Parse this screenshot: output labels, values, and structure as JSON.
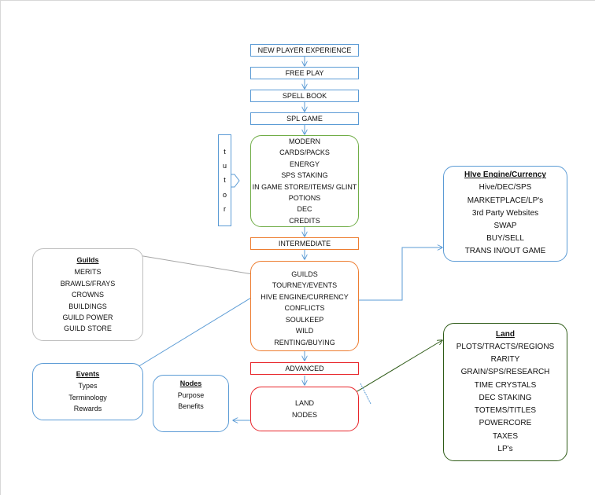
{
  "flow": {
    "new_player_experience": "NEW PLAYER EXPERIENCE",
    "free_play": "FREE PLAY",
    "spell_book": "SPELL BOOK",
    "spl_game": "SPL GAME",
    "intermediate": "INTERMEDIATE",
    "advanced": "ADVANCED"
  },
  "tutor": {
    "letters": [
      "t",
      "u",
      "t",
      "o",
      "r"
    ]
  },
  "modern_box": {
    "items": [
      "MODERN",
      "CARDS/PACKS",
      "ENERGY",
      "SPS STAKING",
      "IN GAME STORE/ITEMS/ GLINT",
      "POTIONS",
      "DEC",
      "CREDITS"
    ]
  },
  "intermediate_box": {
    "items": [
      "GUILDS",
      "TOURNEY/EVENTS",
      "HIVE ENGINE/CURRENCY",
      "CONFLICTS",
      "SOULKEEP",
      "WILD",
      "RENTING/BUYING"
    ]
  },
  "advanced_box": {
    "items": [
      "LAND",
      "NODES"
    ]
  },
  "guilds_box": {
    "title": "Guilds",
    "items": [
      "MERITS",
      "BRAWLS/FRAYS",
      "CROWNS",
      "BUILDINGS",
      "GUILD POWER",
      "GUILD STORE"
    ]
  },
  "events_box": {
    "title": "Events",
    "items": [
      "Types",
      "Terminology",
      "Rewards"
    ]
  },
  "nodes_box": {
    "title": "Nodes",
    "items": [
      "Purpose",
      "Benefits"
    ]
  },
  "hive_box": {
    "title": "HIve Engine/Currency",
    "items": [
      "Hive/DEC/SPS",
      "MARKETPLACE/LP's",
      "3rd Party Websites",
      "SWAP",
      "BUY/SELL",
      "TRANS IN/OUT GAME"
    ]
  },
  "land_box": {
    "title": "Land",
    "items": [
      "PLOTS/TRACTS/REGIONS",
      "RARITY",
      "GRAIN/SPS/RESEARCH",
      "TIME CRYSTALS",
      "DEC STAKING",
      "TOTEMS/TITLES",
      "POWERCORE",
      "TAXES",
      "LP's"
    ]
  },
  "colors": {
    "blue": "#5b9bd5",
    "green": "#70ad47",
    "orange": "#ed7d31",
    "red": "#e8262b",
    "gray": "#a6a6a6",
    "dark_green": "#2e5b17"
  }
}
